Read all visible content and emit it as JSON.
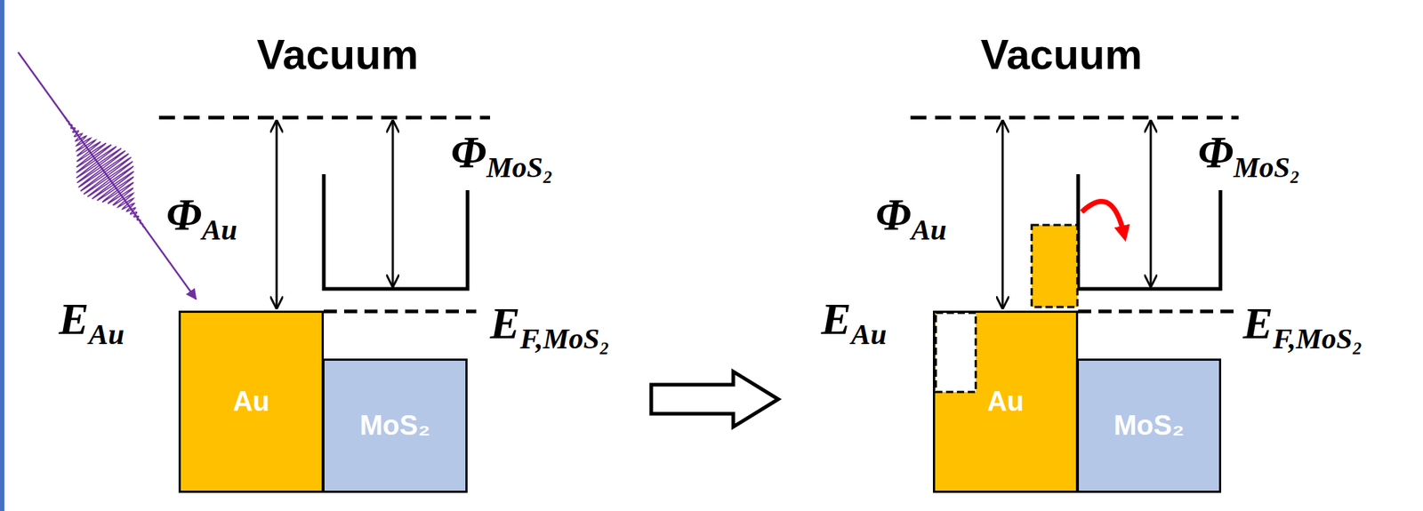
{
  "diagram": {
    "nodes": [
      {
        "text": [
          "Au"
        ]
      },
      {
        "text": [
          "MoS₂"
        ]
      },
      {
        "text": [
          "Au"
        ]
      },
      {
        "text": [
          "MoS₂"
        ]
      }
    ],
    "labels": [
      "Vacuum",
      "Φ",
      "Au",
      "Φ",
      "MoS₂",
      "E",
      "Au",
      "E",
      "F,MoS₂",
      "Vacuum",
      "Φ",
      "Au",
      "Φ",
      "MoS₂",
      "E",
      "Au",
      "E",
      "F,MoS₂"
    ]
  }
}
